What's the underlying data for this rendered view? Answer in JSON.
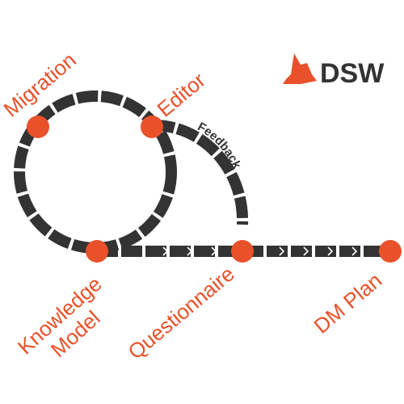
{
  "logo": {
    "text": "DSW",
    "icon": "wizard-hat-icon"
  },
  "colors": {
    "accent": "#e8512a",
    "track": "#333333"
  },
  "nodes": [
    {
      "id": "migration",
      "label": "Migration"
    },
    {
      "id": "editor",
      "label": "Editor"
    },
    {
      "id": "knowledge-model",
      "label_line1": "Knowledge",
      "label_line2": "Model"
    },
    {
      "id": "questionnaire",
      "label": "Questionnaire"
    },
    {
      "id": "dm-plan",
      "label": "DM Plan"
    }
  ],
  "feedback": {
    "label": "Feedback"
  }
}
